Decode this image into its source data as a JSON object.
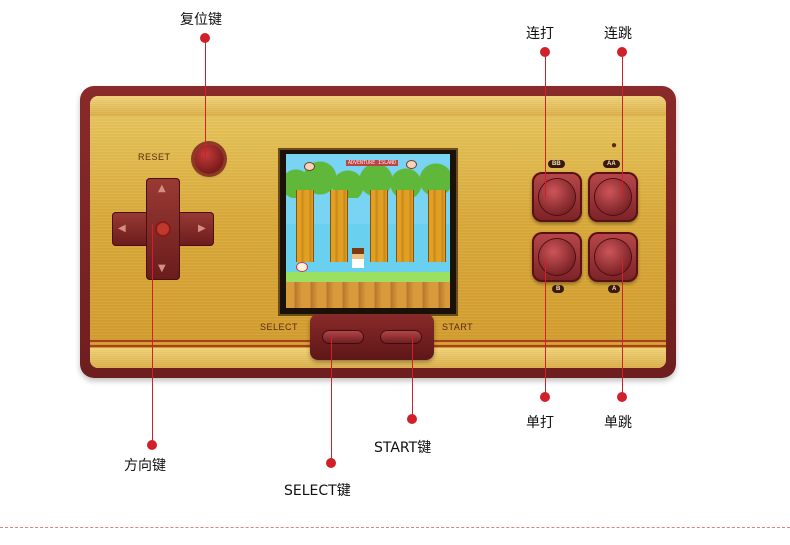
{
  "device": {
    "reset_label": "RESET",
    "select_label": "SELECT",
    "start_label": "START",
    "button_caps": {
      "bb": "BB",
      "aa": "AA",
      "b": "B",
      "a": "A"
    }
  },
  "screen": {
    "hud_text": "ADVENTURE ISLAND"
  },
  "callouts": {
    "reset": "复位键",
    "turbo_b": "连打",
    "turbo_a": "连跳",
    "dpad": "方向键",
    "b": "单打",
    "a": "单跳",
    "start": "START键",
    "select": "SELECT键"
  },
  "colors": {
    "callout_red": "#d0202a",
    "device_maroon": "#7a2222",
    "face_gold": "#d9a938"
  }
}
